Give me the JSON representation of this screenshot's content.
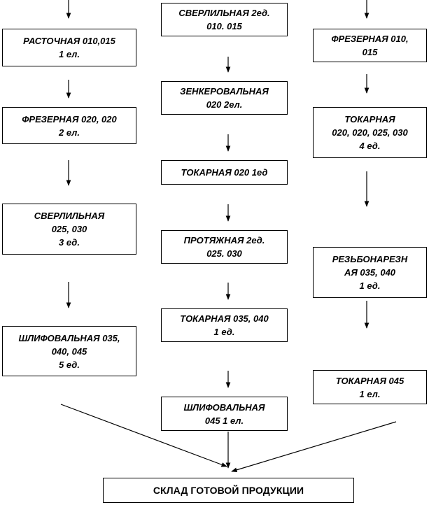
{
  "colors": {
    "stroke": "#000000",
    "background": "#ffffff"
  },
  "left_column": [
    {
      "lines": [
        "РАСТОЧНАЯ 010,015",
        "1 ел."
      ]
    },
    {
      "lines": [
        "ФРЕЗЕРНАЯ 020, 020",
        "2 ел."
      ]
    },
    {
      "lines": [
        "СВЕРЛИЛЬНАЯ",
        "025, 030",
        "3 ед."
      ]
    },
    {
      "lines": [
        "ШЛИФОВАЛЬНАЯ 035,",
        "040, 045",
        "5 ед."
      ]
    }
  ],
  "middle_column": [
    {
      "lines": [
        "СВЕРЛИЛЬНАЯ   2ед.",
        "010. 015"
      ]
    },
    {
      "lines": [
        "ЗЕНКЕРОВАЛЬНАЯ",
        "020  2ел."
      ]
    },
    {
      "lines": [
        "ТОКАРНАЯ 020 1ед"
      ]
    },
    {
      "lines": [
        "ПРОТЯЖНАЯ     2ед.",
        "025. 030"
      ]
    },
    {
      "lines": [
        "ТОКАРНАЯ 035, 040",
        "1 ед."
      ]
    },
    {
      "lines": [
        "ШЛИФОВАЛЬНАЯ",
        "045  1 ел."
      ]
    }
  ],
  "right_column": [
    {
      "lines": [
        "ФРЕЗЕРНАЯ 010,",
        "015"
      ]
    },
    {
      "lines": [
        "ТОКАРНАЯ",
        "020, 020, 025, 030",
        "4 ед."
      ]
    },
    {
      "lines": [
        "РЕЗЬБОНАРЕЗН",
        "АЯ 035, 040",
        "1 ед."
      ]
    },
    {
      "lines": [
        "ТОКАРНАЯ 045",
        "1 ел."
      ]
    }
  ],
  "final_box": {
    "label": "СКЛАД ГОТОВОЙ ПРОДУКЦИИ"
  }
}
